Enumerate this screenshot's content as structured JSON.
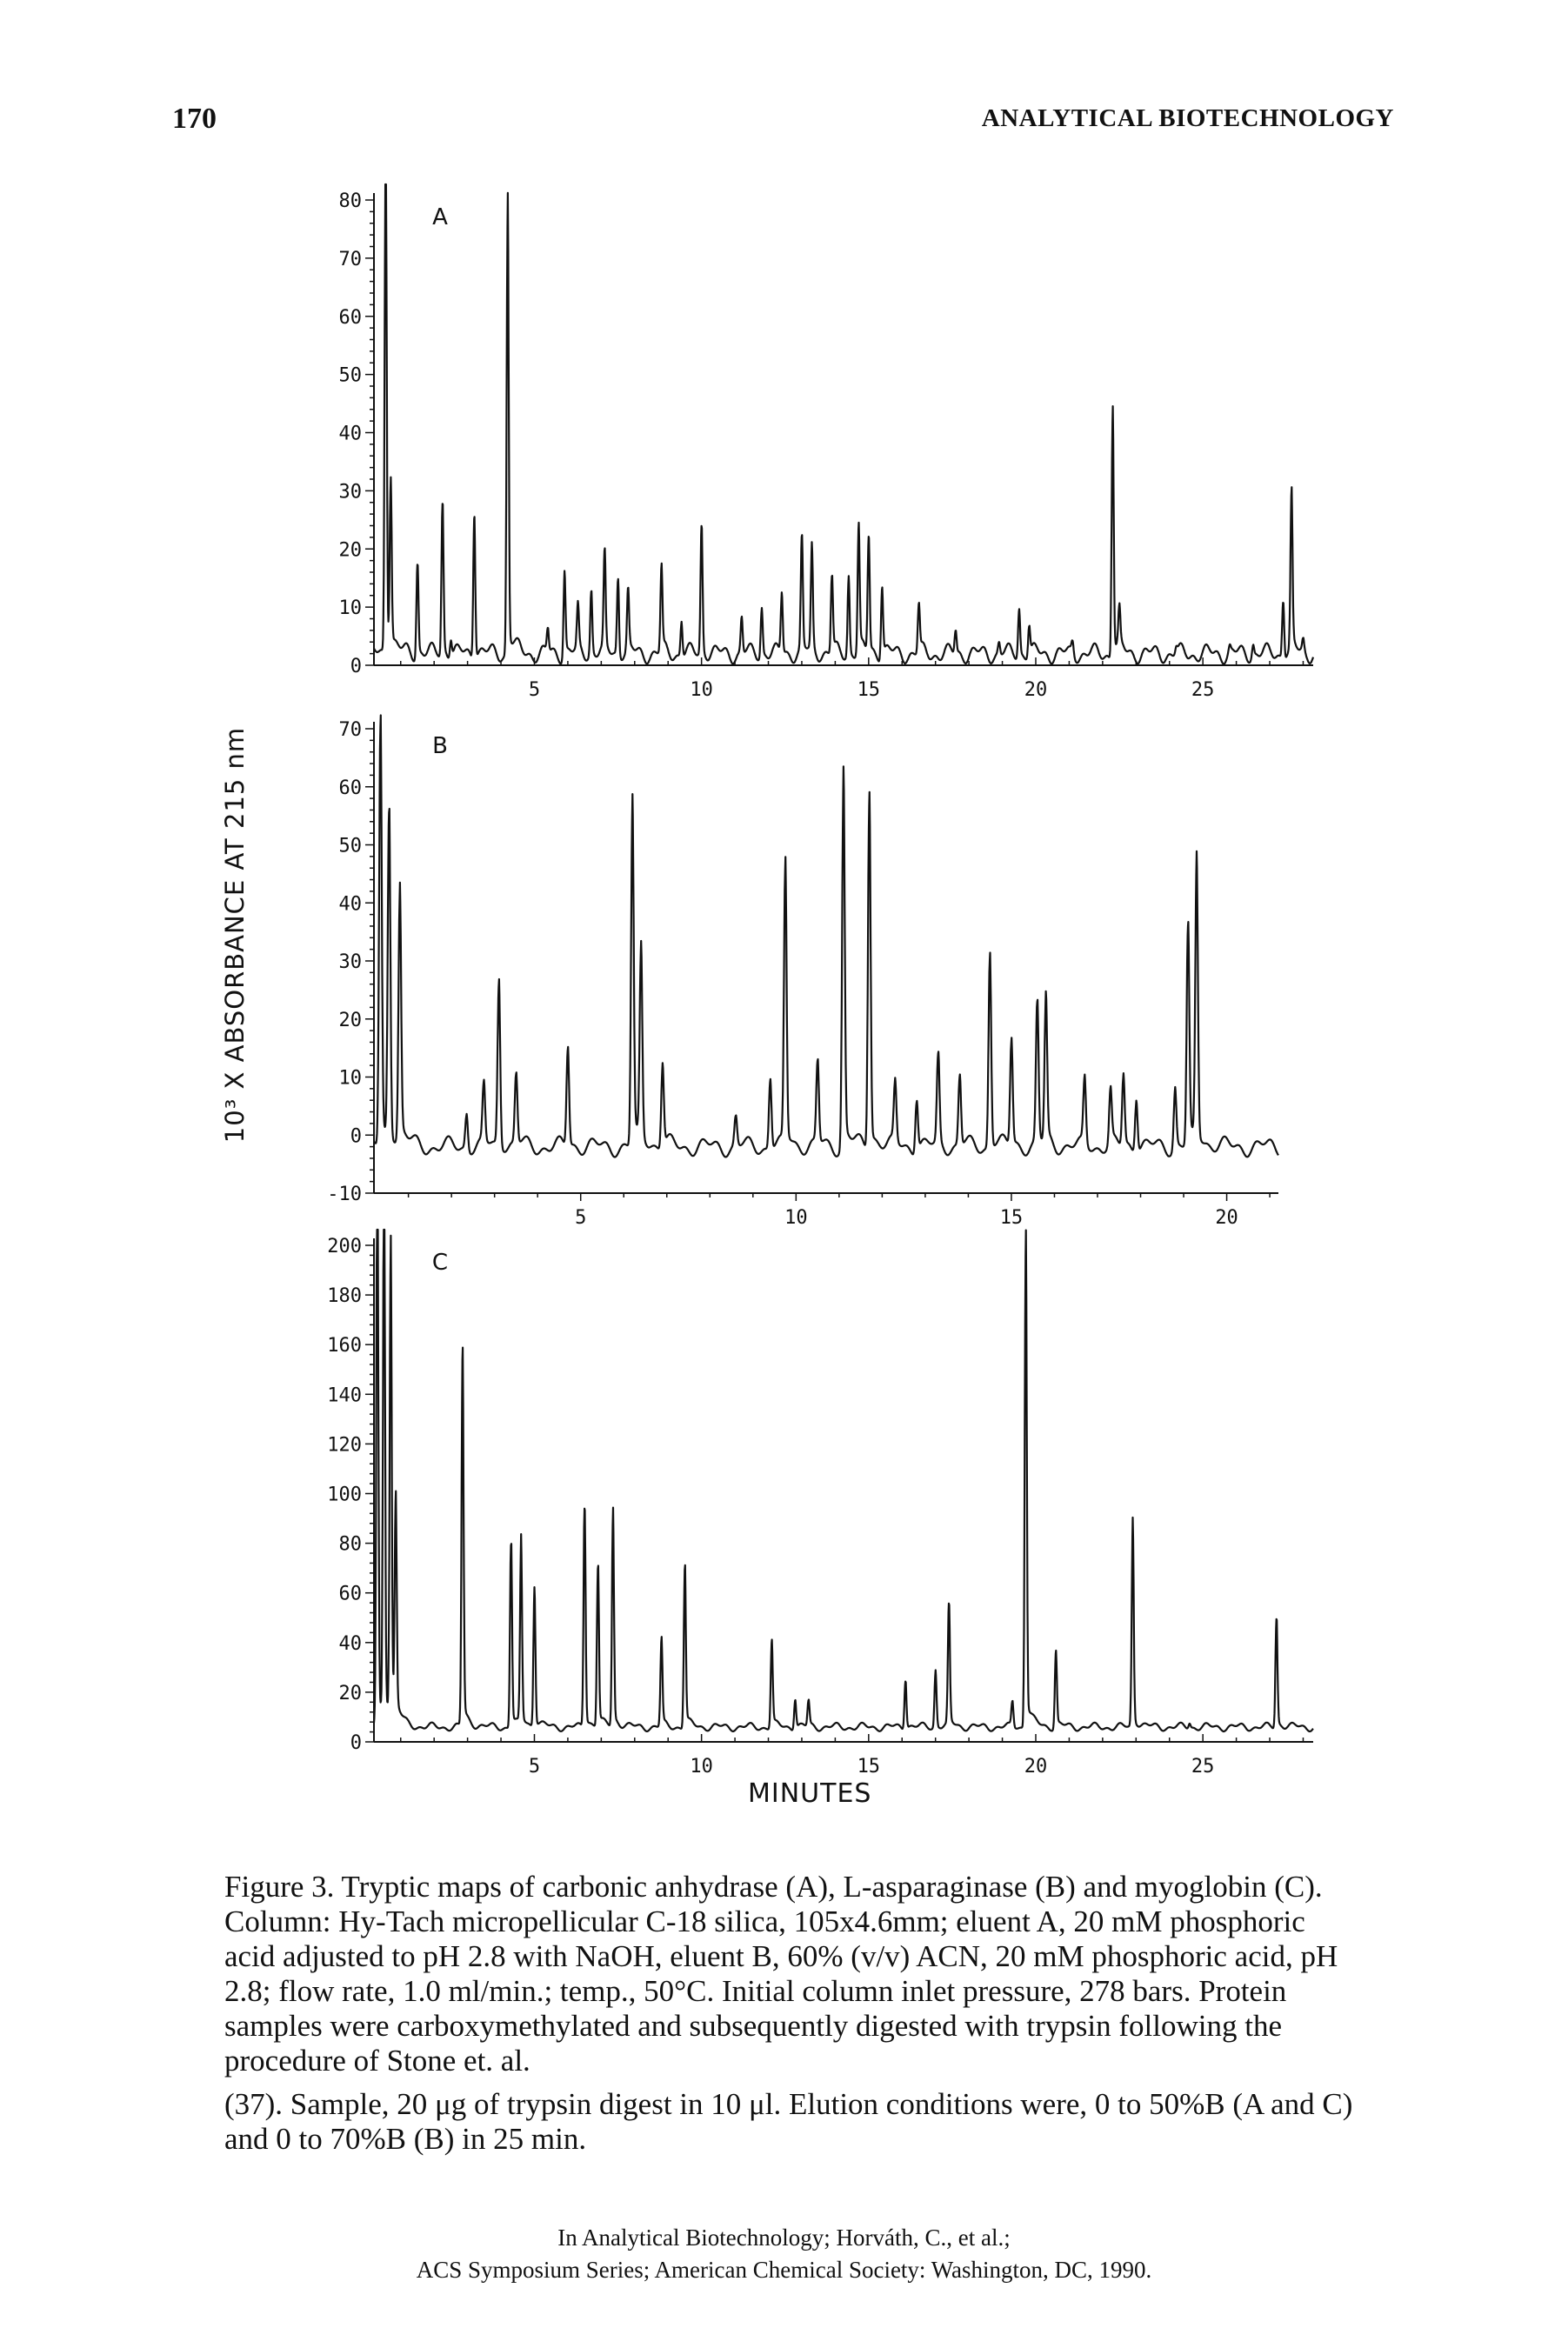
{
  "header": {
    "page_number": "170",
    "running_head": "ANALYTICAL BIOTECHNOLOGY"
  },
  "figure": {
    "y_axis_label": "10³ X ABSORBANCE AT 215 nm",
    "x_axis_label": "MINUTES"
  },
  "chart_data": [
    {
      "type": "line",
      "panel": "A",
      "y_ticks": [
        0,
        10,
        20,
        30,
        40,
        50,
        60,
        70,
        80
      ],
      "x_ticks": [
        5,
        10,
        15,
        20,
        25
      ],
      "xlim": [
        0.2,
        28.3
      ],
      "ylim": [
        0,
        80
      ],
      "baseline": 2,
      "peaks": [
        [
          0.55,
          90
        ],
        [
          0.7,
          30
        ],
        [
          1.5,
          18
        ],
        [
          2.25,
          28
        ],
        [
          2.5,
          5
        ],
        [
          3.2,
          27
        ],
        [
          4.2,
          78
        ],
        [
          5.4,
          6
        ],
        [
          5.9,
          16
        ],
        [
          6.3,
          9
        ],
        [
          6.7,
          13
        ],
        [
          7.1,
          18
        ],
        [
          7.5,
          15
        ],
        [
          7.8,
          12
        ],
        [
          8.8,
          16
        ],
        [
          9.4,
          8
        ],
        [
          10.0,
          24
        ],
        [
          11.2,
          8
        ],
        [
          11.8,
          10
        ],
        [
          12.4,
          12
        ],
        [
          13.0,
          21
        ],
        [
          13.3,
          19
        ],
        [
          13.9,
          15
        ],
        [
          14.4,
          15
        ],
        [
          14.7,
          23
        ],
        [
          15.0,
          22
        ],
        [
          15.4,
          14
        ],
        [
          16.5,
          10
        ],
        [
          17.6,
          6
        ],
        [
          18.9,
          4
        ],
        [
          19.5,
          10
        ],
        [
          19.8,
          7
        ],
        [
          21.1,
          4
        ],
        [
          22.3,
          44
        ],
        [
          22.5,
          8
        ],
        [
          24.2,
          3
        ],
        [
          25.8,
          3
        ],
        [
          26.5,
          4
        ],
        [
          27.4,
          12
        ],
        [
          27.65,
          28
        ],
        [
          28.0,
          4
        ]
      ]
    },
    {
      "type": "line",
      "panel": "B",
      "y_ticks": [
        -10,
        0,
        10,
        20,
        30,
        40,
        50,
        60,
        70
      ],
      "x_ticks": [
        5,
        10,
        15,
        20
      ],
      "xlim": [
        0.2,
        21.2
      ],
      "ylim": [
        -10,
        70
      ],
      "baseline": -2,
      "peaks": [
        [
          0.35,
          70
        ],
        [
          0.55,
          55
        ],
        [
          0.8,
          40
        ],
        [
          2.35,
          4
        ],
        [
          2.75,
          8
        ],
        [
          3.1,
          26
        ],
        [
          3.5,
          10
        ],
        [
          4.7,
          15
        ],
        [
          6.2,
          55
        ],
        [
          6.4,
          30
        ],
        [
          6.9,
          12
        ],
        [
          8.6,
          3
        ],
        [
          9.4,
          10
        ],
        [
          9.75,
          45
        ],
        [
          10.5,
          12
        ],
        [
          11.1,
          60
        ],
        [
          11.7,
          58
        ],
        [
          12.3,
          8
        ],
        [
          12.8,
          7
        ],
        [
          13.3,
          13
        ],
        [
          13.8,
          10
        ],
        [
          14.5,
          31
        ],
        [
          15.0,
          16
        ],
        [
          15.6,
          22
        ],
        [
          15.8,
          22
        ],
        [
          16.7,
          9
        ],
        [
          17.3,
          7
        ],
        [
          17.6,
          10
        ],
        [
          17.9,
          7
        ],
        [
          18.8,
          8
        ],
        [
          19.1,
          35
        ],
        [
          19.3,
          45
        ]
      ]
    },
    {
      "type": "line",
      "panel": "C",
      "y_ticks": [
        0,
        20,
        40,
        60,
        80,
        100,
        120,
        140,
        160,
        180,
        200
      ],
      "x_ticks": [
        5,
        10,
        15,
        20,
        25
      ],
      "xlim": [
        0.2,
        28.3
      ],
      "ylim": [
        0,
        200
      ],
      "baseline": 6,
      "peaks": [
        [
          0.3,
          230
        ],
        [
          0.5,
          225
        ],
        [
          0.7,
          190
        ],
        [
          0.85,
          90
        ],
        [
          2.85,
          155
        ],
        [
          4.3,
          80
        ],
        [
          4.6,
          78
        ],
        [
          5.0,
          60
        ],
        [
          6.5,
          95
        ],
        [
          6.9,
          70
        ],
        [
          7.35,
          90
        ],
        [
          8.8,
          40
        ],
        [
          9.5,
          70
        ],
        [
          12.1,
          40
        ],
        [
          12.8,
          18
        ],
        [
          13.2,
          16
        ],
        [
          16.1,
          26
        ],
        [
          17.0,
          28
        ],
        [
          17.4,
          54
        ],
        [
          19.3,
          16
        ],
        [
          19.7,
          200
        ],
        [
          20.6,
          36
        ],
        [
          22.9,
          86
        ],
        [
          24.6,
          8
        ],
        [
          27.2,
          50
        ]
      ]
    }
  ],
  "caption": {
    "text_1": "Figure 3. Tryptic maps of carbonic anhydrase (A), L-asparaginase (B) and myoglobin (C). Column: Hy-Tach micropellicular C-18 silica, 105x4.6mm; eluent A, 20 mM phosphoric acid adjusted to pH 2.8 with NaOH, eluent B, 60% (v/v) ACN, 20 mM phosphoric acid, pH 2.8; flow rate, 1.0 ml/min.; temp., 50°C. Initial column inlet pressure, 278 bars. Protein samples were carboxymethylated and subsequently digested with trypsin following the procedure of Stone et. al.",
    "text_2": "(37). Sample, 20 μg of trypsin digest in 10 μl. Elution conditions were, 0 to 50%B (A and C) and 0 to 70%B (B) in 25 min."
  },
  "footer": {
    "line1": "In Analytical Biotechnology; Horváth, C., et al.;",
    "line2": "ACS Symposium Series; American Chemical Society: Washington, DC, 1990."
  }
}
